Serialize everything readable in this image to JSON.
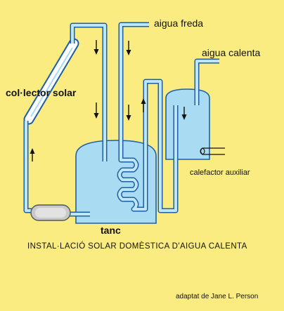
{
  "labels": {
    "cold_water": "aigua freda",
    "hot_water": "aigua calenta",
    "collector": "col·lector solar",
    "aux_heater": "calefactor auxiliar",
    "tank": "tanc",
    "caption": "INSTAL·LACIÓ SOLAR DOMÈSTICA D'AIGUA CALENTA",
    "credit": "adaptat de Jane L. Person"
  },
  "colors": {
    "background": "#fbec82",
    "pipe_outline": "#1e5fa8",
    "water_fill": "#a9dcf2",
    "collector_fill": "#ffffff",
    "pump_fill": "#c9c9c9"
  },
  "icons": {
    "flow_arrow": "arrow-icon",
    "heater_element": "heating-coil-icon",
    "pump": "pump-icon"
  }
}
